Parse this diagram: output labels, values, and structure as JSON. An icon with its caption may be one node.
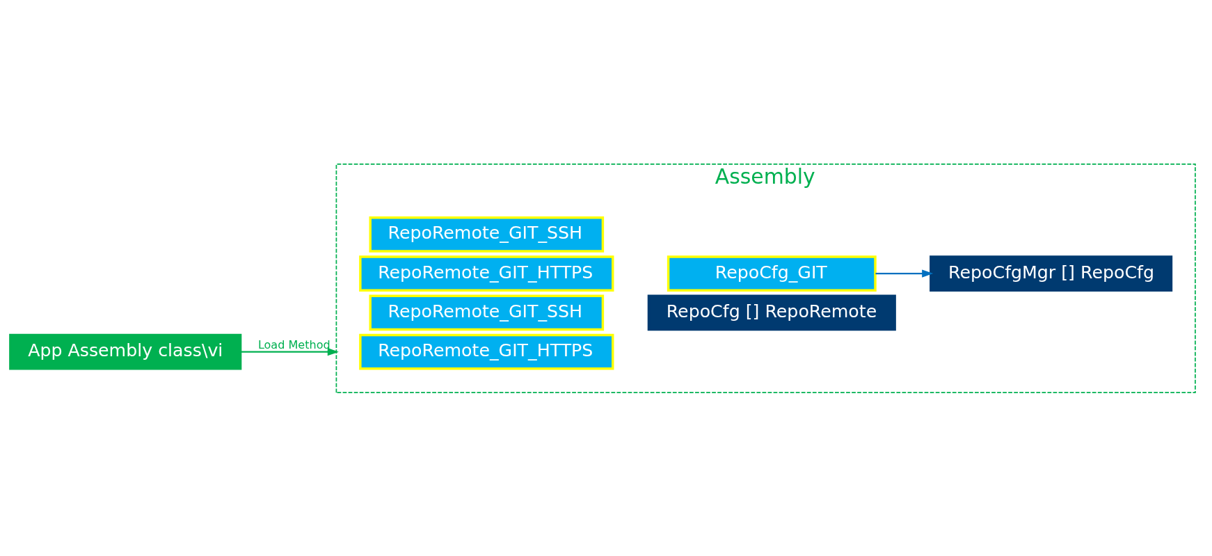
{
  "diagram": {
    "nodes": [
      {
        "text": [
          "App Assembly class\\vi"
        ]
      },
      {
        "text": [
          "Assembly"
        ]
      },
      {
        "text": [
          "RepoRemote_GIT_HTTPS"
        ],
        "in": 1
      },
      {
        "text": [
          "RepoRemote_GIT_SSH"
        ],
        "in": 1
      },
      {
        "text": [
          "RepoRemote_GIT_HTTPS"
        ],
        "in": 1
      },
      {
        "text": [
          "RepoRemote_GIT_SSH"
        ],
        "in": 1
      },
      {
        "text": [
          "RepoCfg [] RepoRemote"
        ],
        "in": 1
      },
      {
        "text": [
          "RepoCfg_GIT"
        ],
        "in": 1
      },
      {
        "text": [
          "RepoCfgMgr [] RepoCfg"
        ],
        "in": 1
      }
    ],
    "edges": [
      {
        "from": 0,
        "to": 1,
        "arrow": "to",
        "label": "Load Method",
        "color": "#00b050"
      },
      {
        "from": 7,
        "to": 8,
        "arrow": "to",
        "color": "#0070c0"
      }
    ]
  }
}
